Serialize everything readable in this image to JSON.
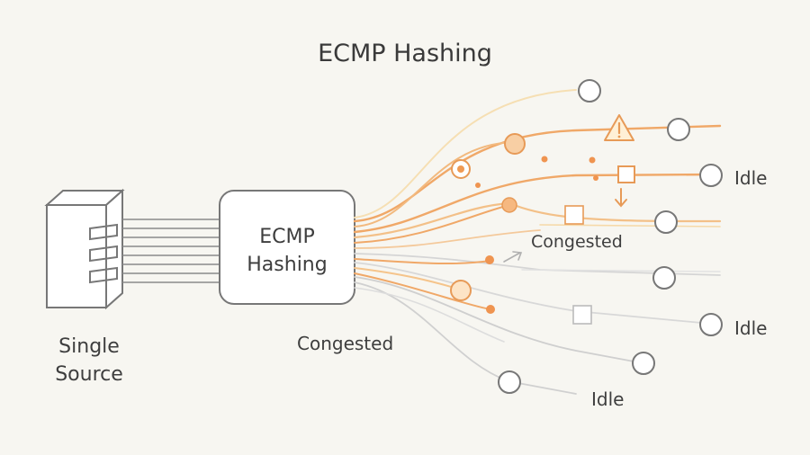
{
  "title": "ECMP Hashing",
  "source": {
    "label_line1": "Single",
    "label_line2": "Source"
  },
  "ecmp_box": {
    "label_line1": "ECMP",
    "label_line2": "Hashing"
  },
  "path_labels": {
    "idle_top": "Idle",
    "congested_mid": "Congested",
    "congested_low": "Congested",
    "idle_mid": "Idle",
    "idle_bottom": "Idle"
  },
  "warning_icon": "warning-triangle-icon",
  "colors": {
    "orange": "#f0a15e",
    "light_orange": "#f6cd8f",
    "gray": "#c9c9c9",
    "dark_gray": "#777777"
  }
}
